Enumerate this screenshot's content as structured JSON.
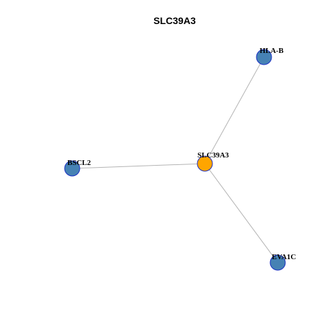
{
  "title": "SLC39A3",
  "colors": {
    "center_node": "#ffa500",
    "neighbor_node": "#4682b4",
    "node_border": "#1a2fc4",
    "edge": "#b3b3b3"
  },
  "nodes": [
    {
      "id": "SLC39A3",
      "label": "SLC39A3",
      "role": "center"
    },
    {
      "id": "HLA-B",
      "label": "HLA-B",
      "role": "neighbor"
    },
    {
      "id": "BSCL2",
      "label": "BSCL2",
      "role": "neighbor"
    },
    {
      "id": "EVA1C",
      "label": "EVA1C",
      "role": "neighbor"
    }
  ],
  "edges": [
    {
      "source": "SLC39A3",
      "target": "HLA-B"
    },
    {
      "source": "SLC39A3",
      "target": "BSCL2"
    },
    {
      "source": "SLC39A3",
      "target": "EVA1C"
    }
  ]
}
